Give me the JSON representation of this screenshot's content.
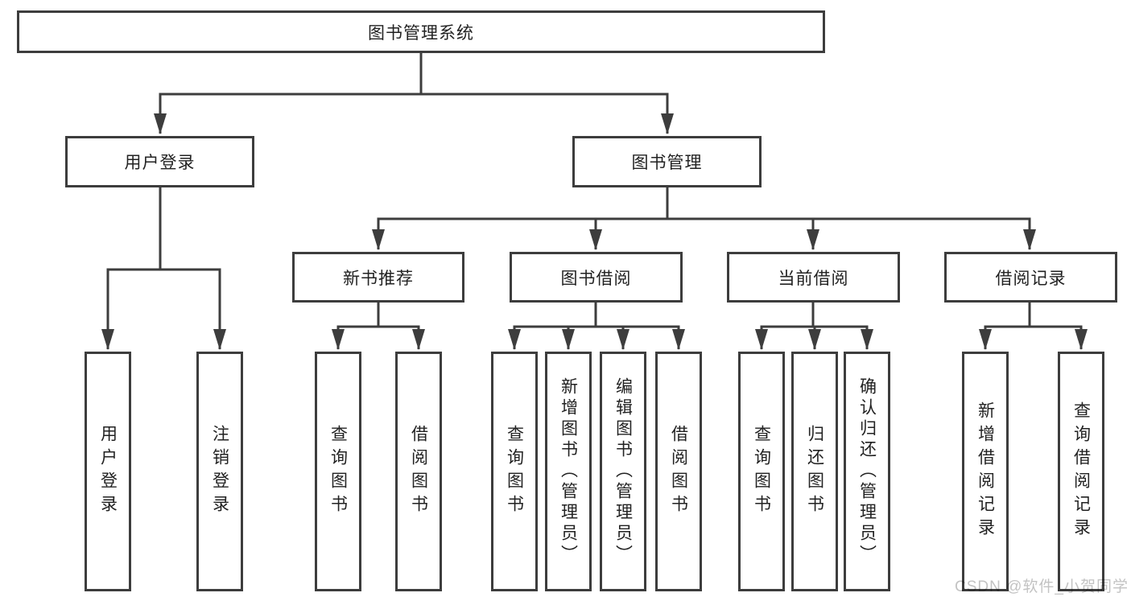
{
  "title": {
    "label": "图书管理系统"
  },
  "level2": {
    "user_login": "用户登录",
    "book_management": "图书管理"
  },
  "level3": {
    "new_book_recommend": "新书推荐",
    "book_borrow": "图书借阅",
    "current_borrow": "当前借阅",
    "borrow_records": "借阅记录"
  },
  "leaves": {
    "user_login": "用户登录",
    "logout": "注销登录",
    "recommend_query_books": "查询图书",
    "recommend_borrow_books": "借阅图书",
    "borrow_query_books": "查询图书",
    "borrow_add_book_admin": "新增图书（管理员）",
    "borrow_edit_book_admin": "编辑图书（管理员）",
    "borrow_borrow_books": "借阅图书",
    "current_query_books": "查询图书",
    "current_return_book": "归还图书",
    "current_confirm_return_admin": "确认归还（管理员）",
    "records_add_record": "新增借阅记录",
    "records_query_record": "查询借阅记录"
  },
  "watermark": "CSDN @软件_小贺同学",
  "colors": {
    "line": "#3d3d3d",
    "text": "#222222",
    "watermark": "#c3c3c3",
    "background": "#ffffff"
  }
}
